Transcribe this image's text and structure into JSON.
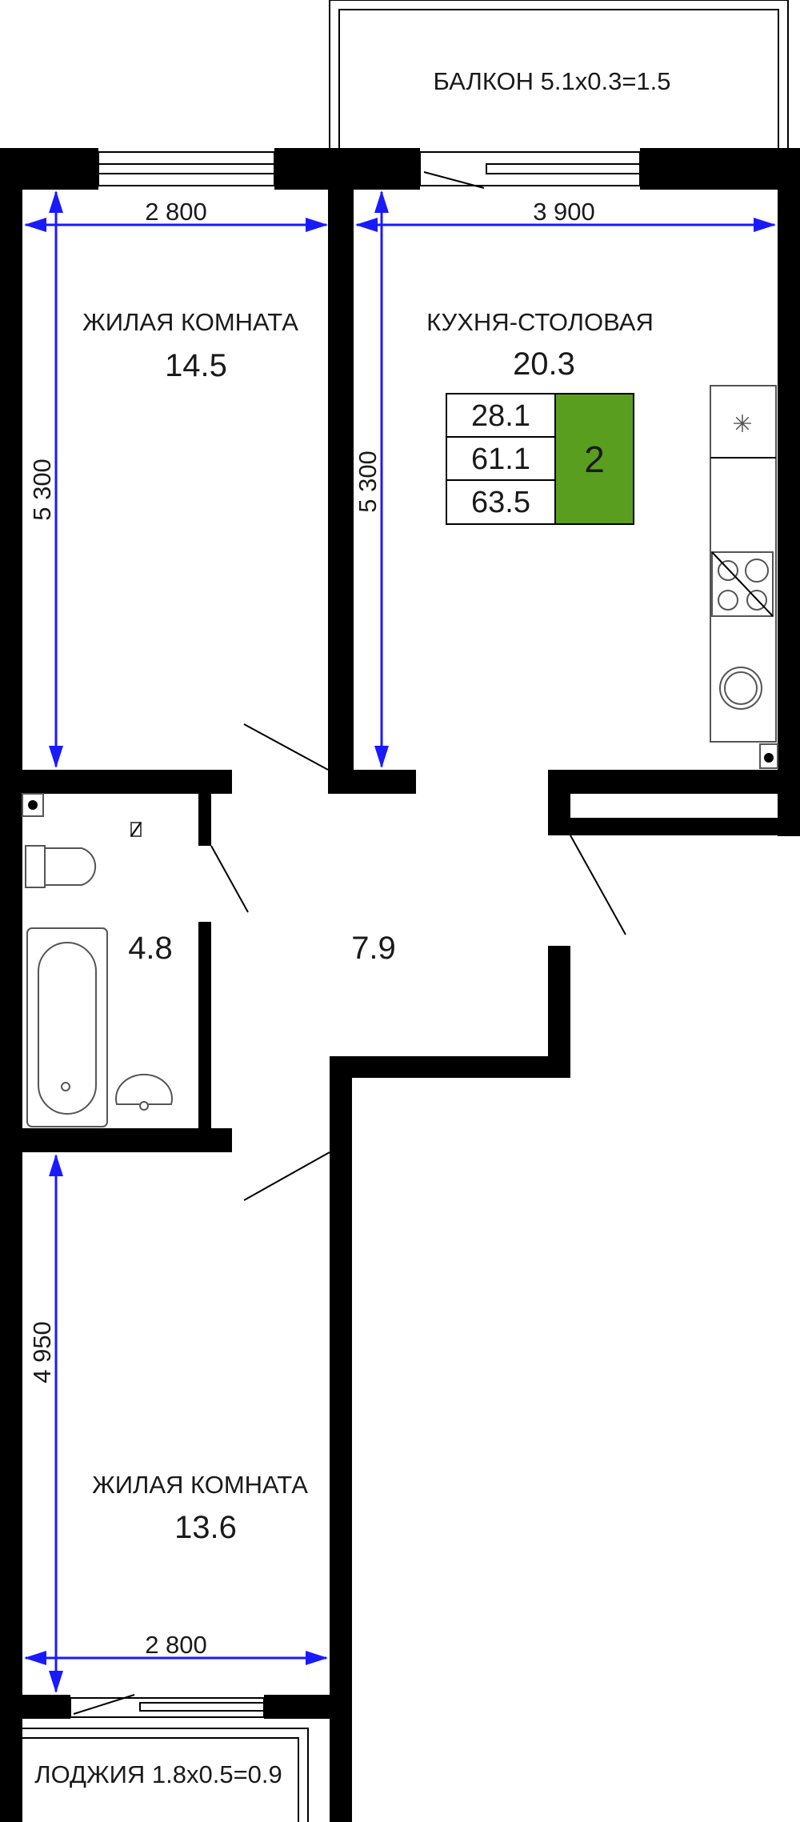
{
  "rooms": {
    "living_top": {
      "name": "ЖИЛАЯ КОМНАТА",
      "area": "14.5"
    },
    "kitchen": {
      "name": "КУХНЯ-СТОЛОВАЯ",
      "area": "20.3"
    },
    "bath": {
      "area": "4.8"
    },
    "hall": {
      "area": "7.9"
    },
    "living_bottom": {
      "name": "ЖИЛАЯ КОМНАТА",
      "area": "13.6"
    },
    "balcony": {
      "name": "БАЛКОН 5.1х0.3=1.5"
    },
    "loggia": {
      "name": "ЛОДЖИЯ 1.8х0.5=0.9"
    }
  },
  "dimensions": {
    "top_left_width": "2 800",
    "top_right_width": "3 900",
    "left_height_top": "5 300",
    "kitchen_height": "5 300",
    "left_height_bottom": "4 950",
    "bottom_width": "2 800"
  },
  "summary": {
    "living_area": "28.1",
    "total_area": "61.1",
    "total_with_balcony": "63.5",
    "rooms_count": "2",
    "badge_color": "#5a9e1f"
  },
  "colors": {
    "dimension_arrow": "#1a1aff",
    "wall": "#000000"
  }
}
